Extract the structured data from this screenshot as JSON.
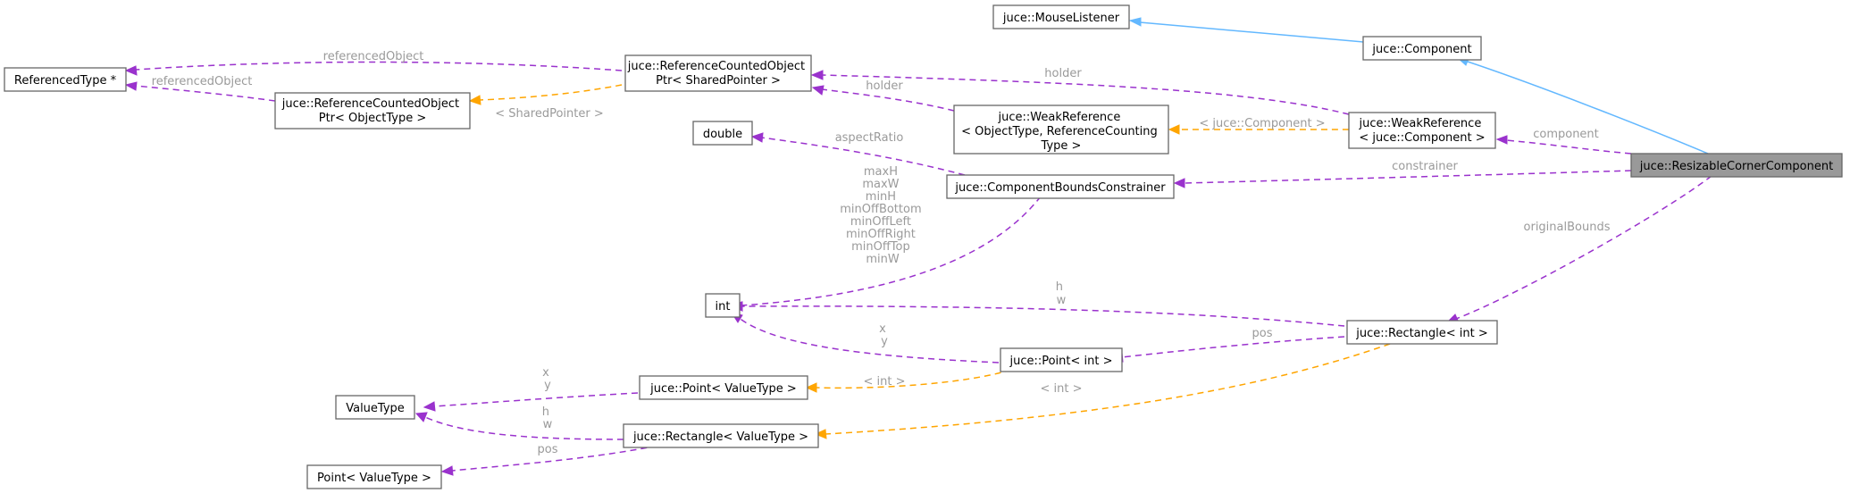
{
  "nodes": {
    "resizable": "juce::ResizableCornerComponent",
    "component": "juce::Component",
    "mouselistener": "juce::MouseListener",
    "weakref_comp": [
      "juce::WeakReference",
      "< juce::Component >"
    ],
    "weakref_obj": [
      "juce::WeakReference",
      "< ObjectType, ReferenceCounting",
      "Type >"
    ],
    "refptr_shared": [
      "juce::ReferenceCountedObject",
      "Ptr< SharedPointer >"
    ],
    "refptr_obj": [
      "juce::ReferenceCountedObject",
      "Ptr< ObjectType >"
    ],
    "referencedtype": "ReferencedType *",
    "double": "double",
    "bounds": "juce::ComponentBoundsConstrainer",
    "int": "int",
    "rect_int": "juce::Rectangle< int >",
    "point_int": "juce::Point< int >",
    "point_vt": "juce::Point< ValueType >",
    "rect_vt": "juce::Rectangle< ValueType >",
    "valuetype": "ValueType",
    "point_vt_plain": "Point< ValueType >"
  },
  "edges": {
    "component": "component",
    "constrainer": "constrainer",
    "originalBounds": "originalBounds",
    "holder1": "holder",
    "holder2": "holder",
    "juce_component": "< juce::Component >",
    "shared_pointer": "< SharedPointer >",
    "referencedObject1": "referencedObject",
    "referencedObject2": "referencedObject",
    "aspectRatio": "aspectRatio",
    "bounds_int": [
      "maxH",
      "maxW",
      "minH",
      "minOffBottom",
      "minOffLeft",
      "minOffRight",
      "minOffTop",
      "minW"
    ],
    "rect_int_hw": [
      "h",
      "w"
    ],
    "point_int_xy": [
      "x",
      "y"
    ],
    "pos": "pos",
    "int_template": "< int >",
    "int_template2": "< int >",
    "point_vt_xy": [
      "x",
      "y"
    ],
    "rect_vt_hw": [
      "h",
      "w"
    ],
    "pos2": "pos"
  },
  "colors": {
    "usage": "#9a32cd",
    "template": "#ffa500",
    "inheritance": "#63b8ff",
    "selected_fill": "#999999"
  }
}
